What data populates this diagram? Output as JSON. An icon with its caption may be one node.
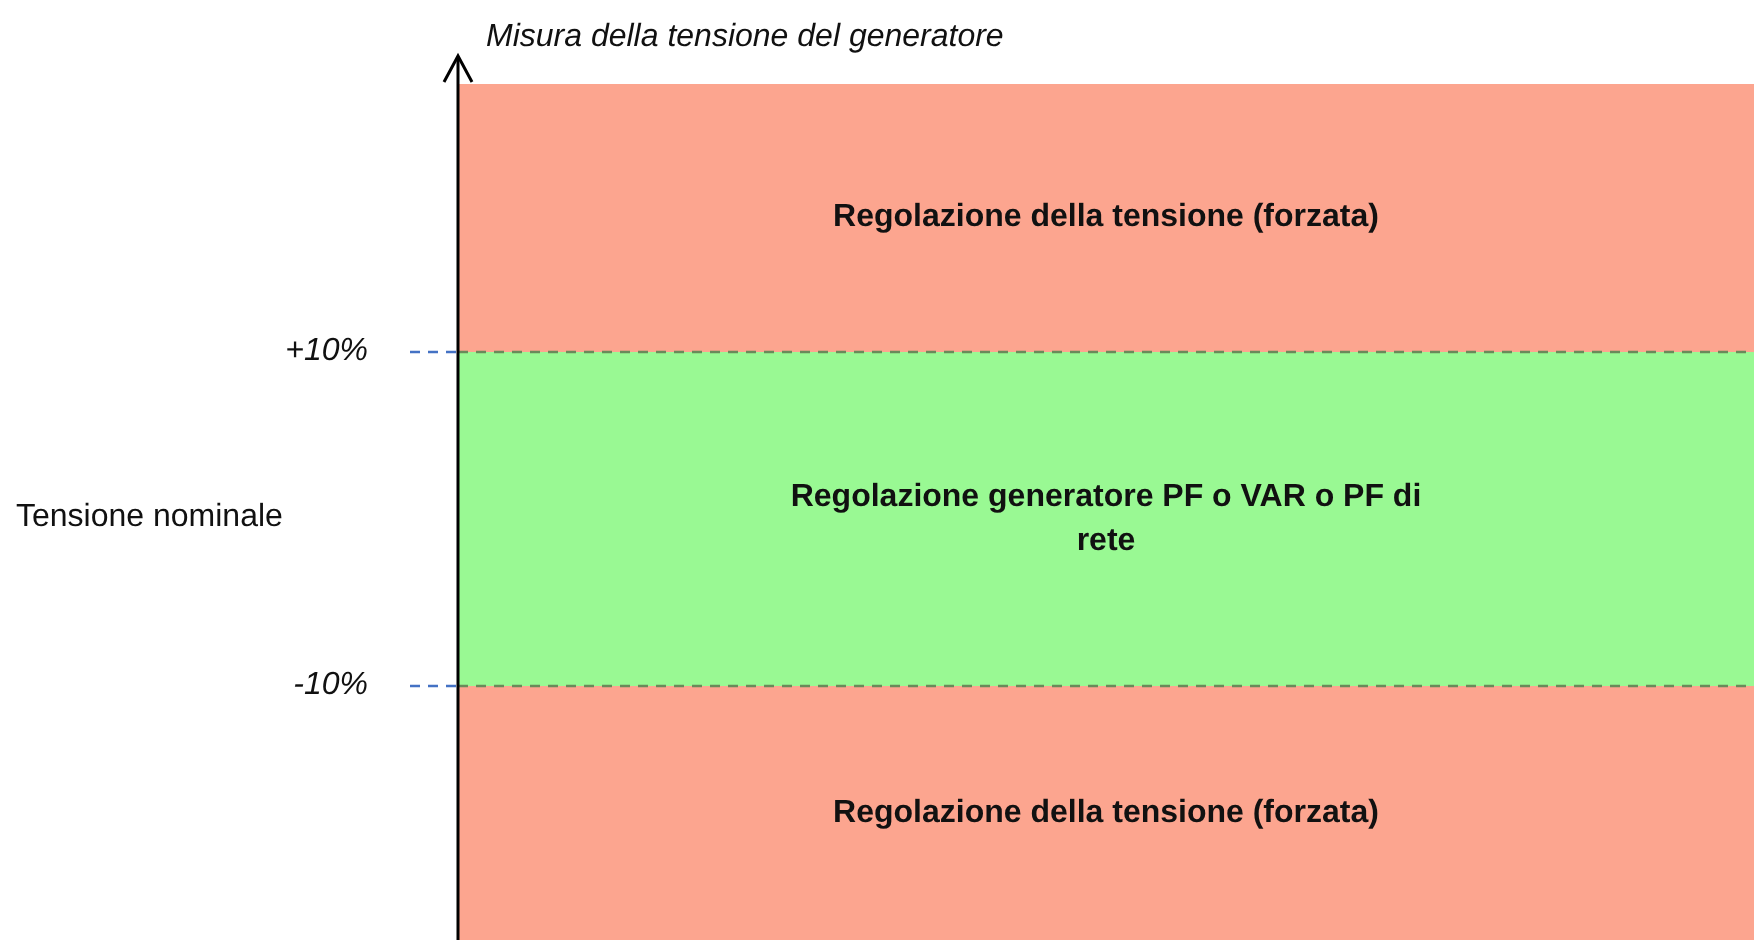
{
  "diagram": {
    "nodes": [
      {
        "text": [
          "Regolazione della tensione (forzata)"
        ]
      },
      {
        "text": [
          "Regolazione generatore PF o VAR o PF di rete"
        ]
      },
      {
        "text": [
          "Regolazione della tensione (forzata)"
        ]
      }
    ],
    "edges": [],
    "labels": [
      "Misura della tensione del generatore",
      "+10%",
      "Tensione nominale",
      "-10%"
    ]
  }
}
